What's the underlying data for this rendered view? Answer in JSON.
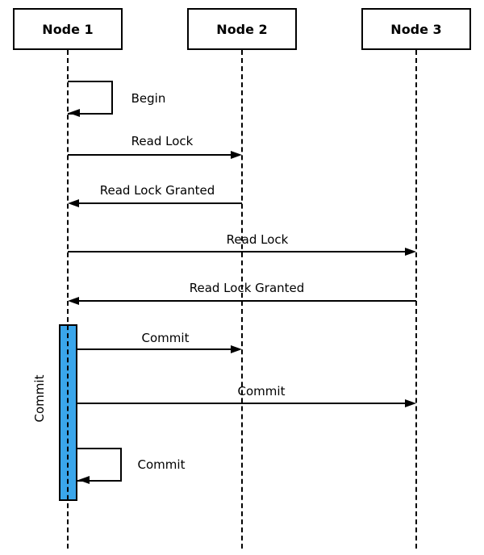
{
  "diagram": {
    "type": "sequence-diagram",
    "actors": [
      {
        "id": "node1",
        "label": "Node 1"
      },
      {
        "id": "node2",
        "label": "Node 2"
      },
      {
        "id": "node3",
        "label": "Node 3"
      }
    ],
    "messages": [
      {
        "label": "Begin",
        "from": "Node 1",
        "to": "Node 1",
        "kind": "self"
      },
      {
        "label": "Read Lock",
        "from": "Node 1",
        "to": "Node 2",
        "kind": "forward"
      },
      {
        "label": "Read Lock Granted",
        "from": "Node 2",
        "to": "Node 1",
        "kind": "return"
      },
      {
        "label": "Read Lock",
        "from": "Node 1",
        "to": "Node 3",
        "kind": "forward"
      },
      {
        "label": "Read Lock Granted",
        "from": "Node 3",
        "to": "Node 1",
        "kind": "return"
      },
      {
        "label": "Commit",
        "from": "Node 1",
        "to": "Node 2",
        "kind": "forward"
      },
      {
        "label": "Commit",
        "from": "Node 1",
        "to": "Node 3",
        "kind": "forward"
      },
      {
        "label": "Commit",
        "from": "Node 1",
        "to": "Node 1",
        "kind": "self"
      }
    ],
    "activation": {
      "label": "Commit",
      "actor": "Node 1"
    },
    "colors": {
      "activation_fill": "#3AA6EB",
      "line": "#000000",
      "actor_fill": "#FFFFFF",
      "background": "#FFFFFF"
    }
  }
}
